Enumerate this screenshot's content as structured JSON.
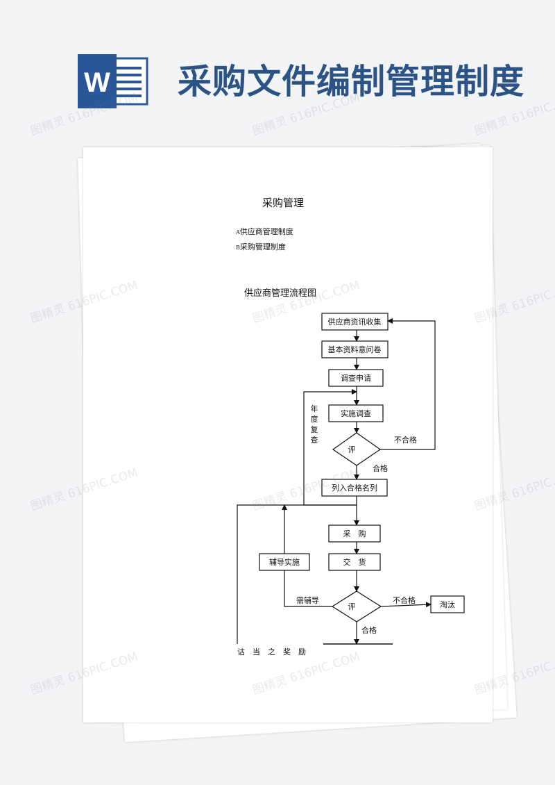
{
  "banner": {
    "title": "采购文件编制管理制度",
    "logo_letter": "W",
    "logo_icon": "word-document-icon",
    "accent": "#2c5385",
    "logo_color": "#2b579a"
  },
  "document": {
    "heading": "采购管理",
    "items": [
      {
        "prefix": "A",
        "text": "供应商管理制度"
      },
      {
        "prefix": "B",
        "text": "采购管理制度"
      }
    ],
    "flowchart_title": "供应商管理流程图"
  },
  "flowchart": {
    "boxes": {
      "collect": "供应商资讯收集",
      "questionnaire": "基本资料意问卷",
      "apply": "调查申请",
      "survey": "实施调查",
      "eval1": "评",
      "qualified_list": "列入合格名列",
      "purchase": "采　购",
      "delivery": "交　货",
      "coaching": "辅导实施",
      "eval2": "评",
      "eliminate": "淘汰"
    },
    "labels": {
      "fail1": "不合格",
      "pass1": "合格",
      "annual_review": "年度复查",
      "need_coaching": "需辅导",
      "fail2": "不合格",
      "pass2": "合格",
      "bottom": "诂　当　之　奖　励"
    }
  },
  "watermark": {
    "text": "图精灵 616PIC.COM"
  }
}
